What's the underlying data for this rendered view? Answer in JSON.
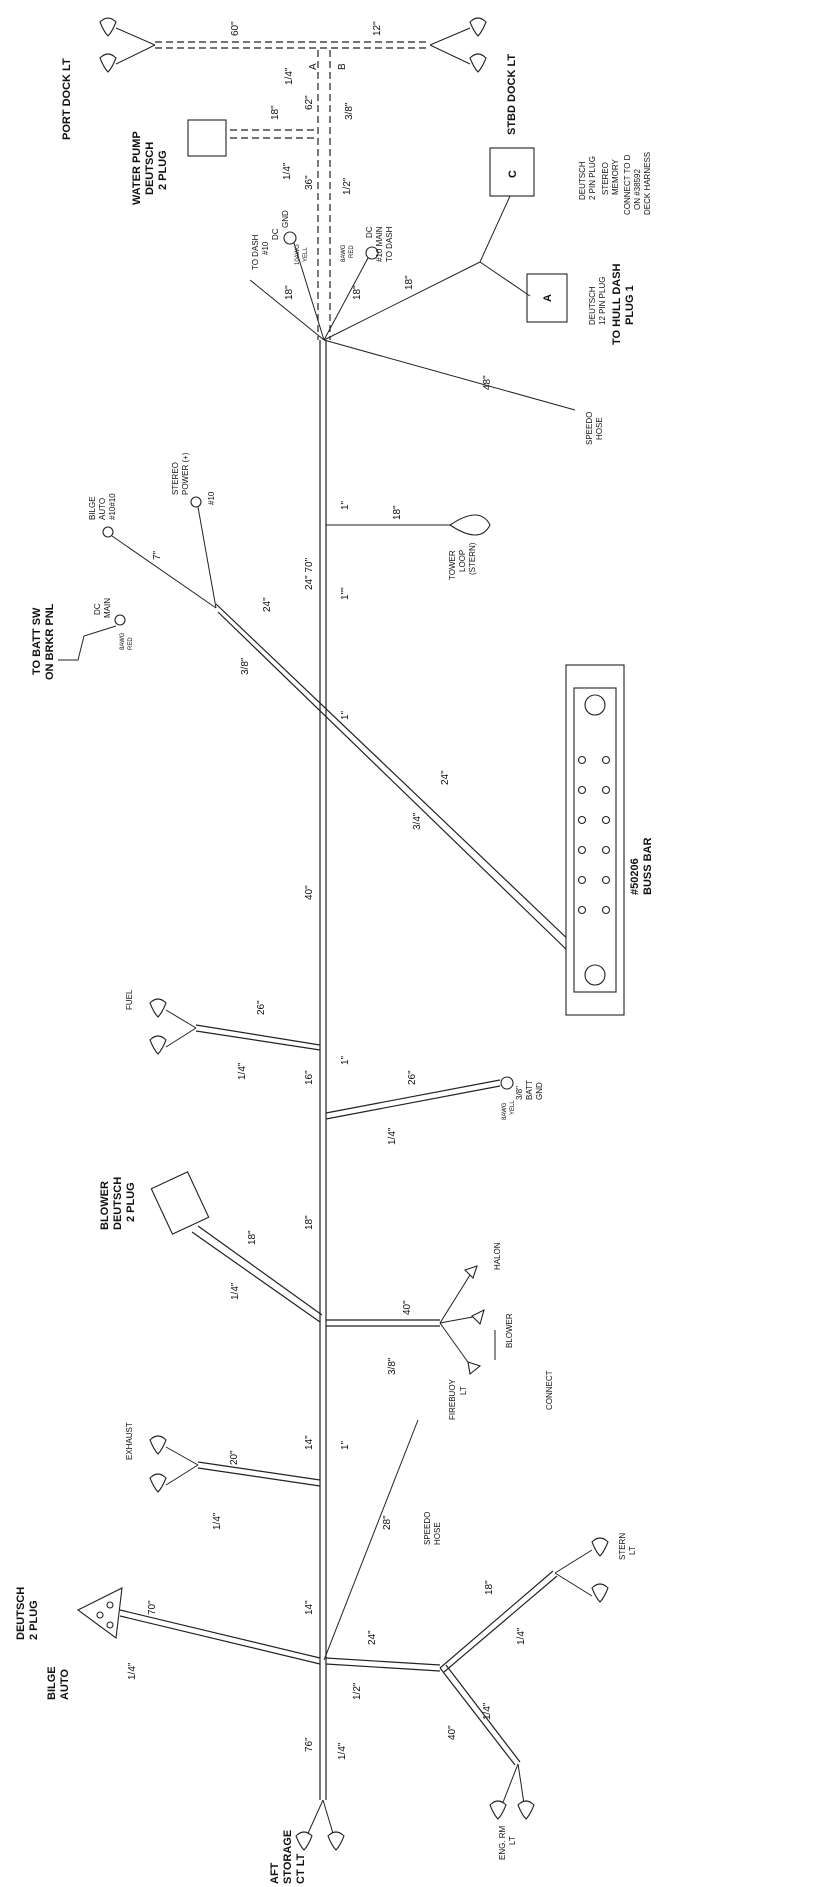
{
  "labels": {
    "port_dock_lt": "PORT DOCK LT",
    "stbd_dock_lt": "STBD DOCK LT",
    "water_pump": [
      "WATER PUMP",
      "DEUTSCH",
      "2 PLUG"
    ],
    "to_dash_gnd": [
      "TO DASH",
      "#10",
      "DC",
      "GND",
      "10AWG",
      "YELL"
    ],
    "to_dash_main": [
      "8AWG",
      "RED",
      "DC",
      "#10 MAIN",
      "TO DASH"
    ],
    "stereo_memory": [
      "DEUTSCH",
      "2 PIN PLUG",
      "STEREO",
      "MEMORY",
      "CONNECT TO D",
      "ON #38592",
      "DECK HARNESS"
    ],
    "to_hull_dash": [
      "DEUTSCH",
      "12 PIN PLUG",
      "TO HULL DASH",
      "PLUG 1"
    ],
    "plug_a": "A",
    "plug_b": "B",
    "plug_c": "C",
    "speedo_hose": [
      "SPEEDO",
      "HOSE"
    ],
    "bilge_auto_top": [
      "BILGE",
      "AUTO",
      "#10#10"
    ],
    "stereo_power": [
      "STEREO",
      "POWER (+)",
      "#10"
    ],
    "to_batt_sw": [
      "TO BATT SW",
      "ON BRKR PNL"
    ],
    "dc_main": [
      "DC",
      "MAIN",
      "8AWG",
      "RED"
    ],
    "tower_loop": [
      "TOWER",
      "LOOP",
      "(STERN)"
    ],
    "buss_bar": [
      "#50206",
      "BUSS BAR"
    ],
    "fuel": "FUEL",
    "batt_gnd": [
      "3/8\"",
      "BATT",
      "GND",
      "8AWG",
      "YELL"
    ],
    "blower_plug": [
      "BLOWER",
      "DEUTSCH",
      "2 PLUG"
    ],
    "halon": "HALON",
    "blower": "BLOWER",
    "connect": "CONNECT",
    "firebuoy": [
      "FIREBUOY",
      "LT"
    ],
    "exhaust": "EXHAUST",
    "speedo_hose_bottom": [
      "SPEEDO",
      "HOSE"
    ],
    "stern_lt": [
      "STERN",
      "LT"
    ],
    "bilge_auto_bottom": [
      "DEUTSCH",
      "2 PLUG",
      "BILGE",
      "AUTO"
    ],
    "eng_rm": [
      "ENG. RM",
      "LT"
    ],
    "aft_storage": [
      "AFT",
      "STORAGE",
      "CT LT"
    ]
  },
  "dimensions": {
    "d60": "60\"",
    "d12": "12\"",
    "q14": "1/4\"",
    "q38": "3/8\"",
    "d62": "62\"",
    "d18a": "18\"",
    "q14b": "1/4\"",
    "d36": "36\"",
    "q12": "1/2\"",
    "d18b": "18\"",
    "d18c": "18\"",
    "d18d": "18\"",
    "d48": "48\"",
    "in1a": "1\"",
    "d7": "7\"",
    "d18e": "18\"",
    "d24a": "24\"",
    "d24_70": "24\" 70\"",
    "in1b": "1\"\"",
    "in1c": "1\"",
    "f38": "3/8\"",
    "d24b": "24\"",
    "f34": "3/4\"",
    "d40": "40\"",
    "d26a": "26\"",
    "f14a": "1/4\"",
    "in1d": "1\"",
    "d16": "16\"",
    "d26b": "26\"",
    "f14b": "1/4\"",
    "d18f": "18\"",
    "f14c": "1/4\"",
    "d18g": "18\"",
    "d40b": "40\"",
    "f38b": "3/8\"",
    "d14a": "14\"",
    "d20": "20\"",
    "f14d": "1/4\"",
    "in1e": "1\"",
    "d28": "28\"",
    "d14b": "14\"",
    "d70": "70\"",
    "f14e": "1/4\"",
    "d24c": "24\"",
    "f12": "1/2\"",
    "d18h": "18\"",
    "f14f": "1/4\"",
    "d76": "76\"",
    "f14g": "1/4\"",
    "d40c": "40\"",
    "f14h": "1/4\""
  }
}
